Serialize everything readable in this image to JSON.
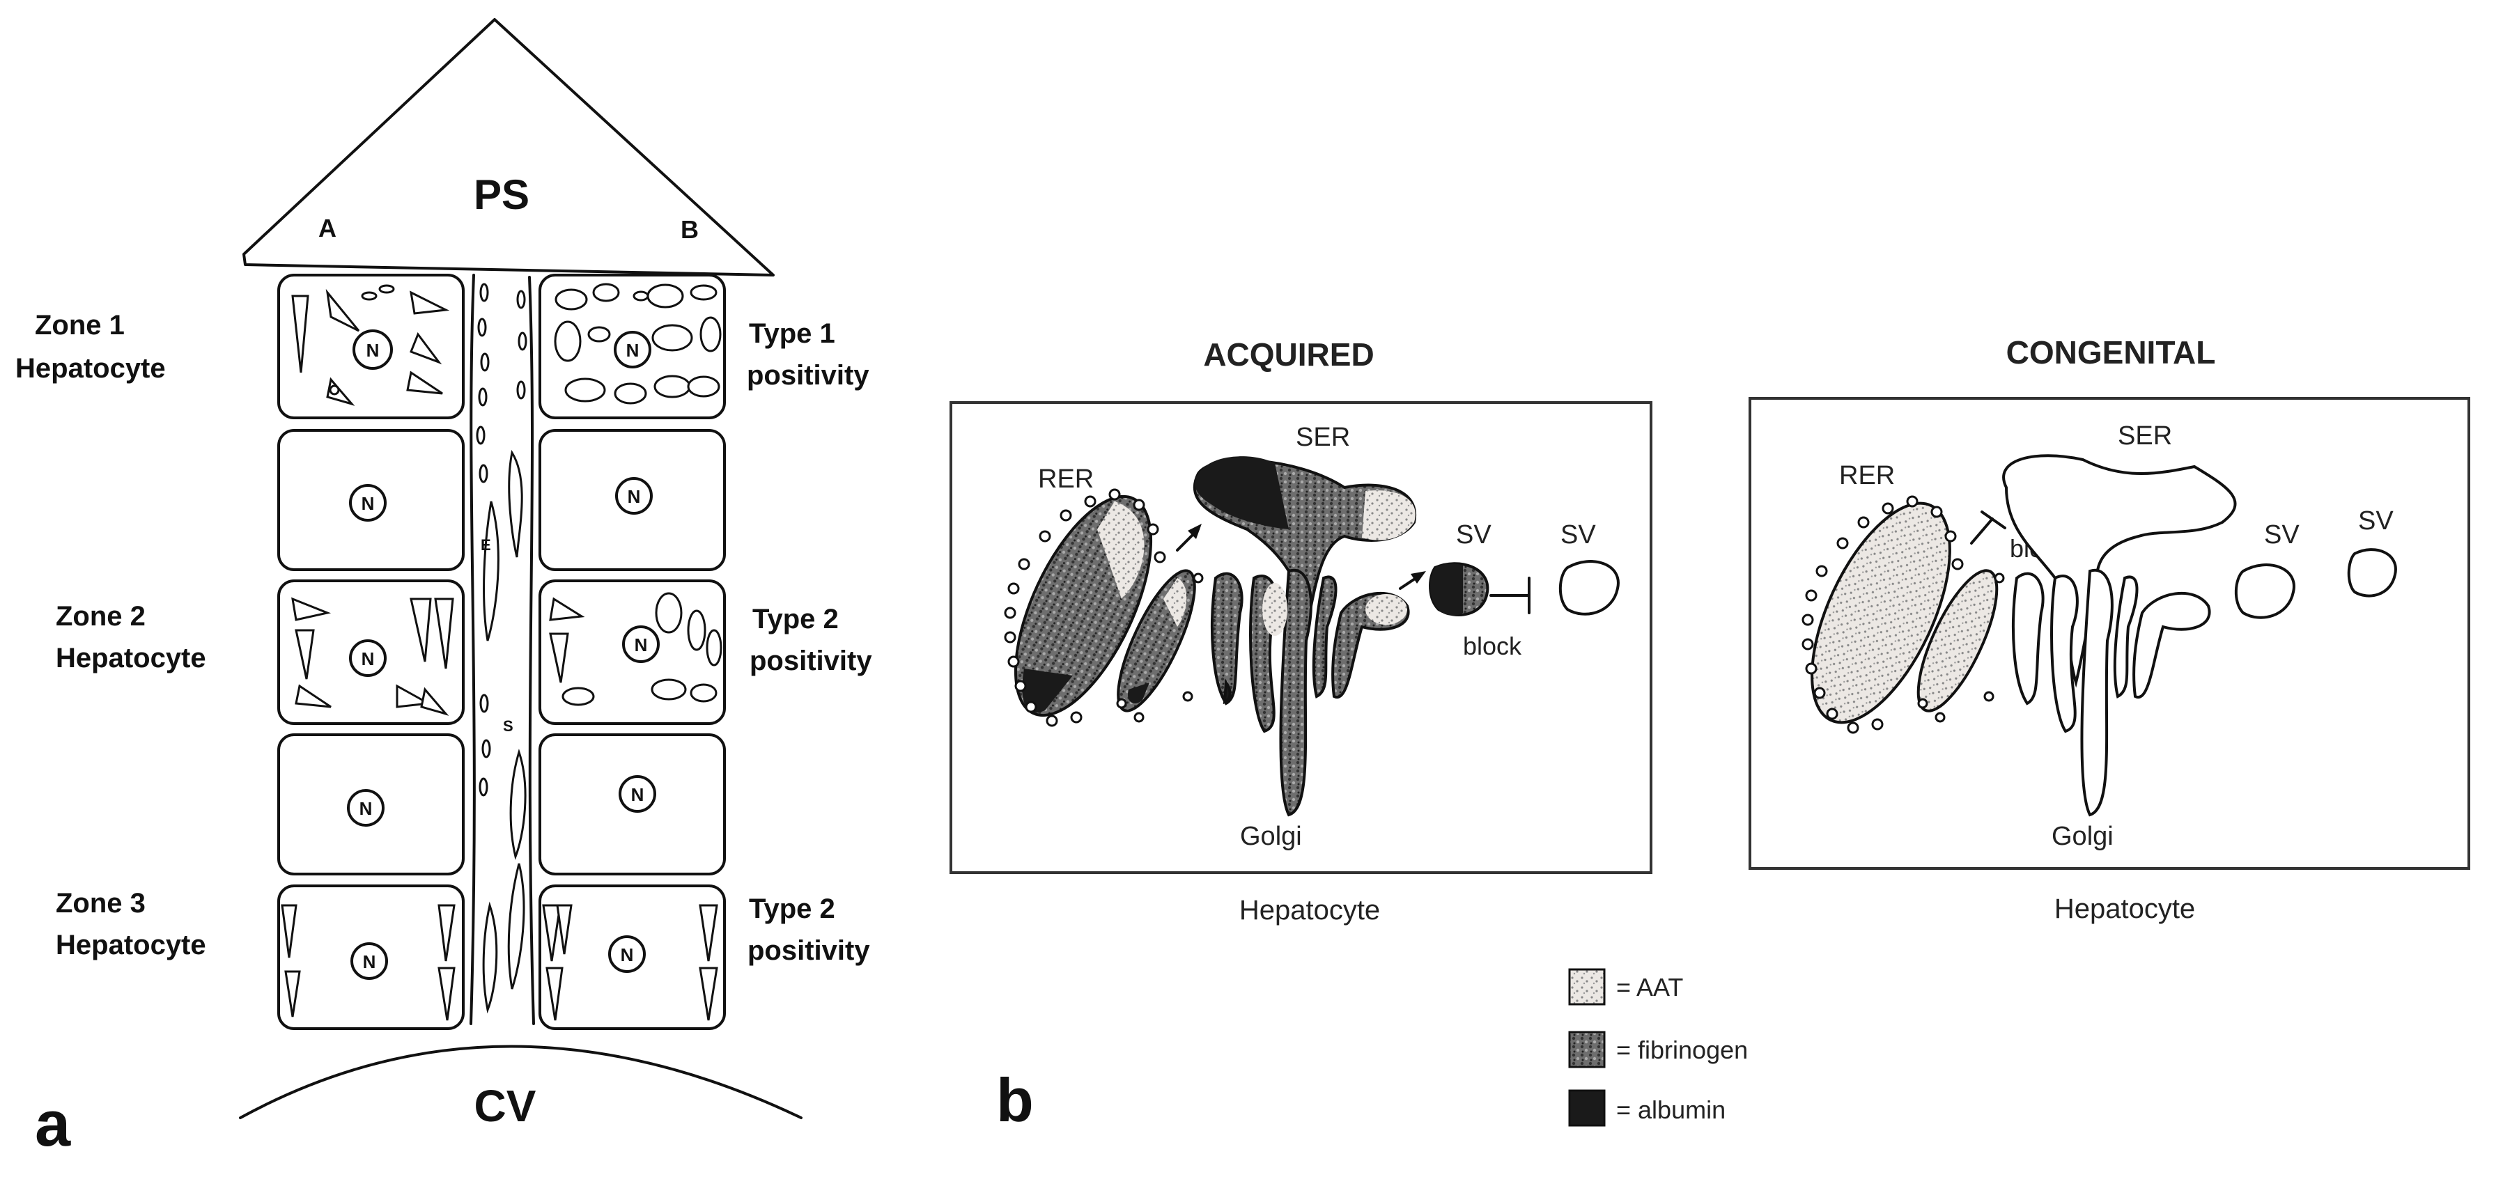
{
  "panel_a": {
    "letter": "a",
    "portal_space": "PS",
    "side_a": "A",
    "side_b": "B",
    "central_vein": "CV",
    "nucleus": "N",
    "sinusoid_letter_e": "E",
    "sinusoid_letter_s": "S",
    "zones": [
      {
        "line1": "Zone 1",
        "line2": "Hepatocyte"
      },
      {
        "line1": "Zone 2",
        "line2": "Hepatocyte"
      },
      {
        "line1": "Zone 3",
        "line2": "Hepatocyte"
      }
    ],
    "types": [
      {
        "line1": "Type 1",
        "line2": "positivity"
      },
      {
        "line1": "Type 2",
        "line2": "positivity"
      },
      {
        "line1": "Type  2",
        "line2": "positivity"
      }
    ]
  },
  "panel_b": {
    "letter": "b",
    "acquired": {
      "title": "ACQUIRED",
      "rer": "RER",
      "ser": "SER",
      "sv1": "SV",
      "sv2": "SV",
      "block": "block",
      "golgi": "Golgi",
      "caption": "Hepatocyte"
    },
    "congenital": {
      "title": "CONGENITAL",
      "rer": "RER",
      "ser": "SER",
      "sv1": "SV",
      "sv2": "SV",
      "block": "block",
      "golgi": "Golgi",
      "caption": "Hepatocyte"
    },
    "legend": [
      {
        "label": "= AAT",
        "pattern": "aat-stipple"
      },
      {
        "label": "= fibrinogen",
        "pattern": "fibrinogen-mottle"
      },
      {
        "label": "= albumin",
        "pattern": "albumin-solid"
      }
    ]
  },
  "colors": {
    "ink": "#111111",
    "aat": "#ece8e4",
    "fibrinogen": "#777777",
    "albumin": "#1a1a1a"
  }
}
